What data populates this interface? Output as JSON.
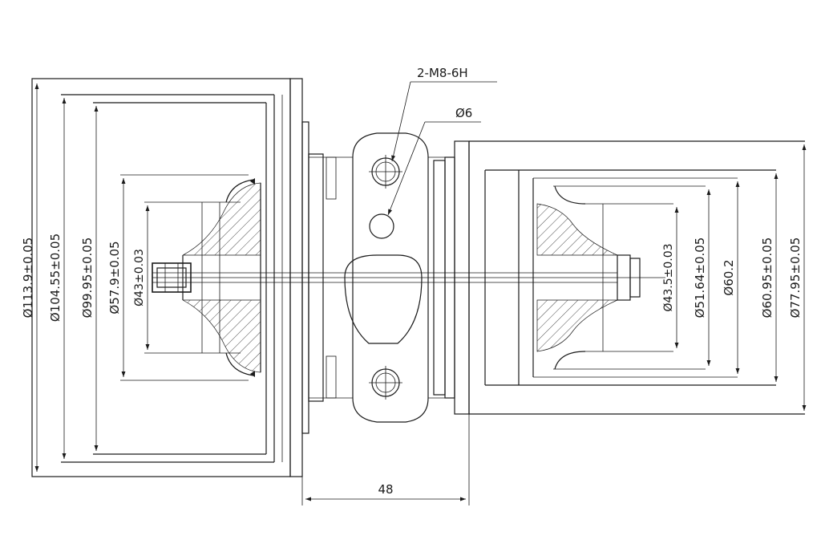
{
  "callouts": {
    "thread": "2-M8-6H",
    "pin_hole": "Ø6"
  },
  "dimensions_left": {
    "d1": "Ø113.9±0.05",
    "d2": "Ø104.55±0.05",
    "d3": "Ø99.95±0.05",
    "d4": "Ø57.9±0.05",
    "d5": "Ø43±0.03"
  },
  "dimensions_right": {
    "d1": "Ø43.5±0.03",
    "d2": "Ø51.64±0.05",
    "d3": "Ø60.2",
    "d4": "Ø60.95±0.05",
    "d5": "Ø77.95±0.05"
  },
  "dimension_bottom": {
    "length": "48"
  },
  "colors": {
    "line": "#1a1a1a",
    "background": "#ffffff"
  }
}
